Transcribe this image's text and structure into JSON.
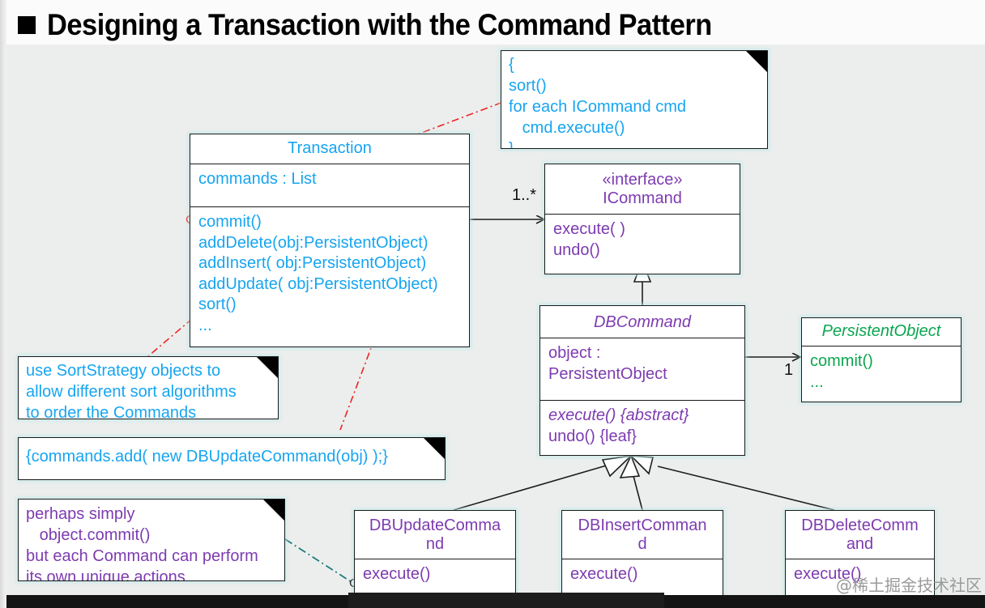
{
  "slide": {
    "title": "Designing a Transaction with the Command Pattern",
    "bullet_glyph": "square-bullet"
  },
  "colors": {
    "blue": "#17a5f0",
    "purple": "#7d3bb0",
    "green": "#0aa64f",
    "red_link": "#ee2222",
    "teal_link": "#1c7c7c",
    "line": "#1d1d1d",
    "canvas": "#eceeed"
  },
  "notes": [
    {
      "id": "commit-body-note",
      "lines": [
        "{",
        "sort()",
        "for each ICommand cmd",
        "   cmd.execute()",
        "}"
      ],
      "color": "blue"
    },
    {
      "id": "sort-strategy-note",
      "lines": [
        "use SortStrategy objects to",
        "allow different sort algorithms",
        "to order the Commands"
      ],
      "color": "blue"
    },
    {
      "id": "addupdate-note",
      "lines": [
        "{commands.add( new DBUpdateCommand(obj) );}"
      ],
      "color": "blue"
    },
    {
      "id": "dbupdate-execute-note",
      "lines": [
        "perhaps simply",
        "   object.commit()",
        "but each Command can perform",
        "its own unique actions"
      ],
      "color": "purple"
    }
  ],
  "classes": [
    {
      "id": "transaction",
      "name": "Transaction",
      "stereotype": "",
      "name_italic": false,
      "color": "blue",
      "attributes": [
        "commands : List"
      ],
      "operations": [
        "commit()",
        "addDelete(obj:PersistentObject)",
        "addInsert( obj:PersistentObject)",
        "addUpdate( obj:PersistentObject)",
        "sort()",
        "..."
      ]
    },
    {
      "id": "icommand",
      "name": "ICommand",
      "stereotype": "«interface»",
      "name_italic": false,
      "color": "purple",
      "attributes": [],
      "operations": [
        "execute( )",
        "undo()"
      ]
    },
    {
      "id": "dbcommand",
      "name": "DBCommand",
      "stereotype": "",
      "name_italic": true,
      "color": "purple",
      "attributes": [
        "object :",
        "PersistentObject"
      ],
      "operations": [
        "execute() {abstract}",
        "undo() {leaf}"
      ],
      "operations_italic": [
        true,
        false
      ]
    },
    {
      "id": "persistentobject",
      "name": "PersistentObject",
      "stereotype": "",
      "name_italic": true,
      "color": "green",
      "attributes": [],
      "operations": [
        "commit()",
        "..."
      ]
    },
    {
      "id": "dbupdatecommand",
      "name": "DBUpdateComma\nnd",
      "name_line1": "DBUpdateComma",
      "name_line2": "nd",
      "name_italic": false,
      "color": "purple",
      "operations": [
        "execute()"
      ]
    },
    {
      "id": "dbinsertcommand",
      "name_line1": "DBInsertComman",
      "name_line2": "d",
      "name_italic": false,
      "color": "purple",
      "operations": [
        "execute()"
      ]
    },
    {
      "id": "dbdeletecommand",
      "name_line1": "DBDeleteComm",
      "name_line2": "and",
      "name_italic": false,
      "color": "purple",
      "operations": [
        "execute()"
      ]
    }
  ],
  "multiplicities": {
    "transaction_to_icommand": "1..*",
    "dbcommand_to_persistentobject": "1"
  },
  "watermark": "@稀土掘金技术社区"
}
